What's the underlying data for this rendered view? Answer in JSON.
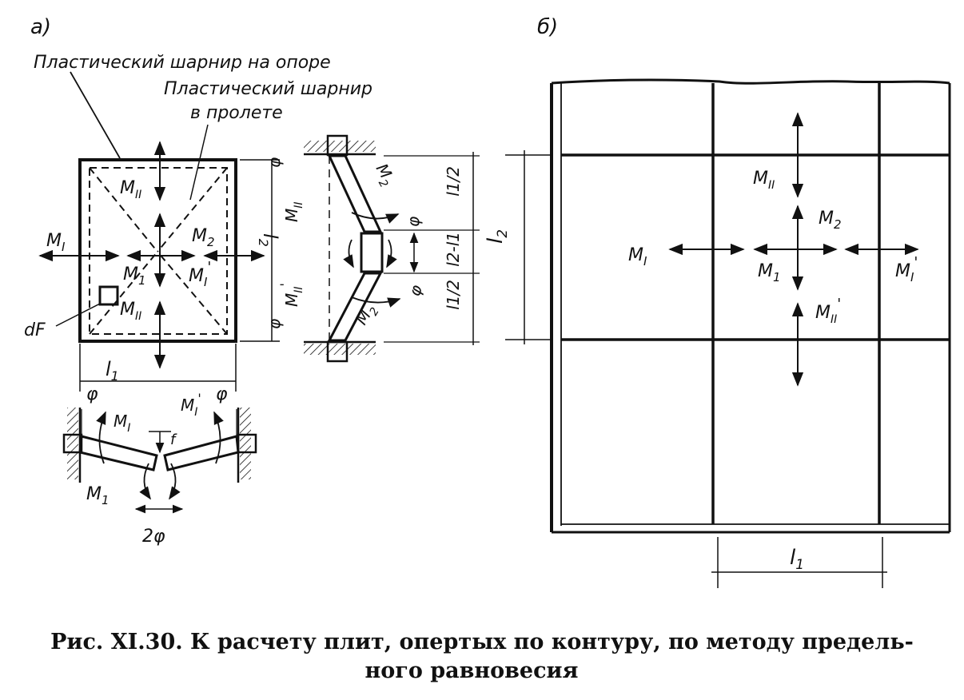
{
  "panel_a": {
    "tag": "а)",
    "callout_support": "Пластический шарнир на опоре",
    "callout_span_1": "Пластический шарнир",
    "callout_span_2": "в пролете",
    "m2_sym": "M",
    "m2_sub": "2",
    "m1_sym": "M",
    "m1_sub": "1",
    "mI_sym": "M",
    "mI_sub": "I",
    "mI_prime_sym": "M",
    "mI_prime_sub": "I",
    "prime": "'",
    "mII_sym": "M",
    "mII_sub": "II",
    "mII_prime_sym": "M",
    "mII_prime_sub": "II",
    "dF": "dF",
    "l1_sym": "l",
    "l1_sub": "1",
    "l2_sym": "l",
    "l2_sub": "2",
    "phi": "φ",
    "two_phi": "2φ",
    "f": "f",
    "dim_l1_half": "l1/2",
    "dim_l2_minus_l1": "l2-l1"
  },
  "panel_b": {
    "tag": "б)",
    "mII_sym": "M",
    "mII_sub": "II",
    "m2_sym": "M",
    "m2_sub": "2",
    "mI_sym": "M",
    "mI_sub": "I",
    "m1_sym": "M",
    "m1_sub": "1",
    "mI_prime_sym": "M",
    "mI_prime_sub": "I",
    "mII_prime_sym": "M",
    "mII_prime_sub": "II",
    "prime": "'",
    "l1_sym": "l",
    "l1_sub": "1",
    "l2_sym": "l",
    "l2_sub": "2"
  },
  "caption": {
    "line1": "Рис. XI.30. К расчету плит, опертых по контуру, по методу предель-",
    "line2": "ного равновесия"
  },
  "colors": {
    "ink": "#111111",
    "paper": "#ffffff"
  }
}
